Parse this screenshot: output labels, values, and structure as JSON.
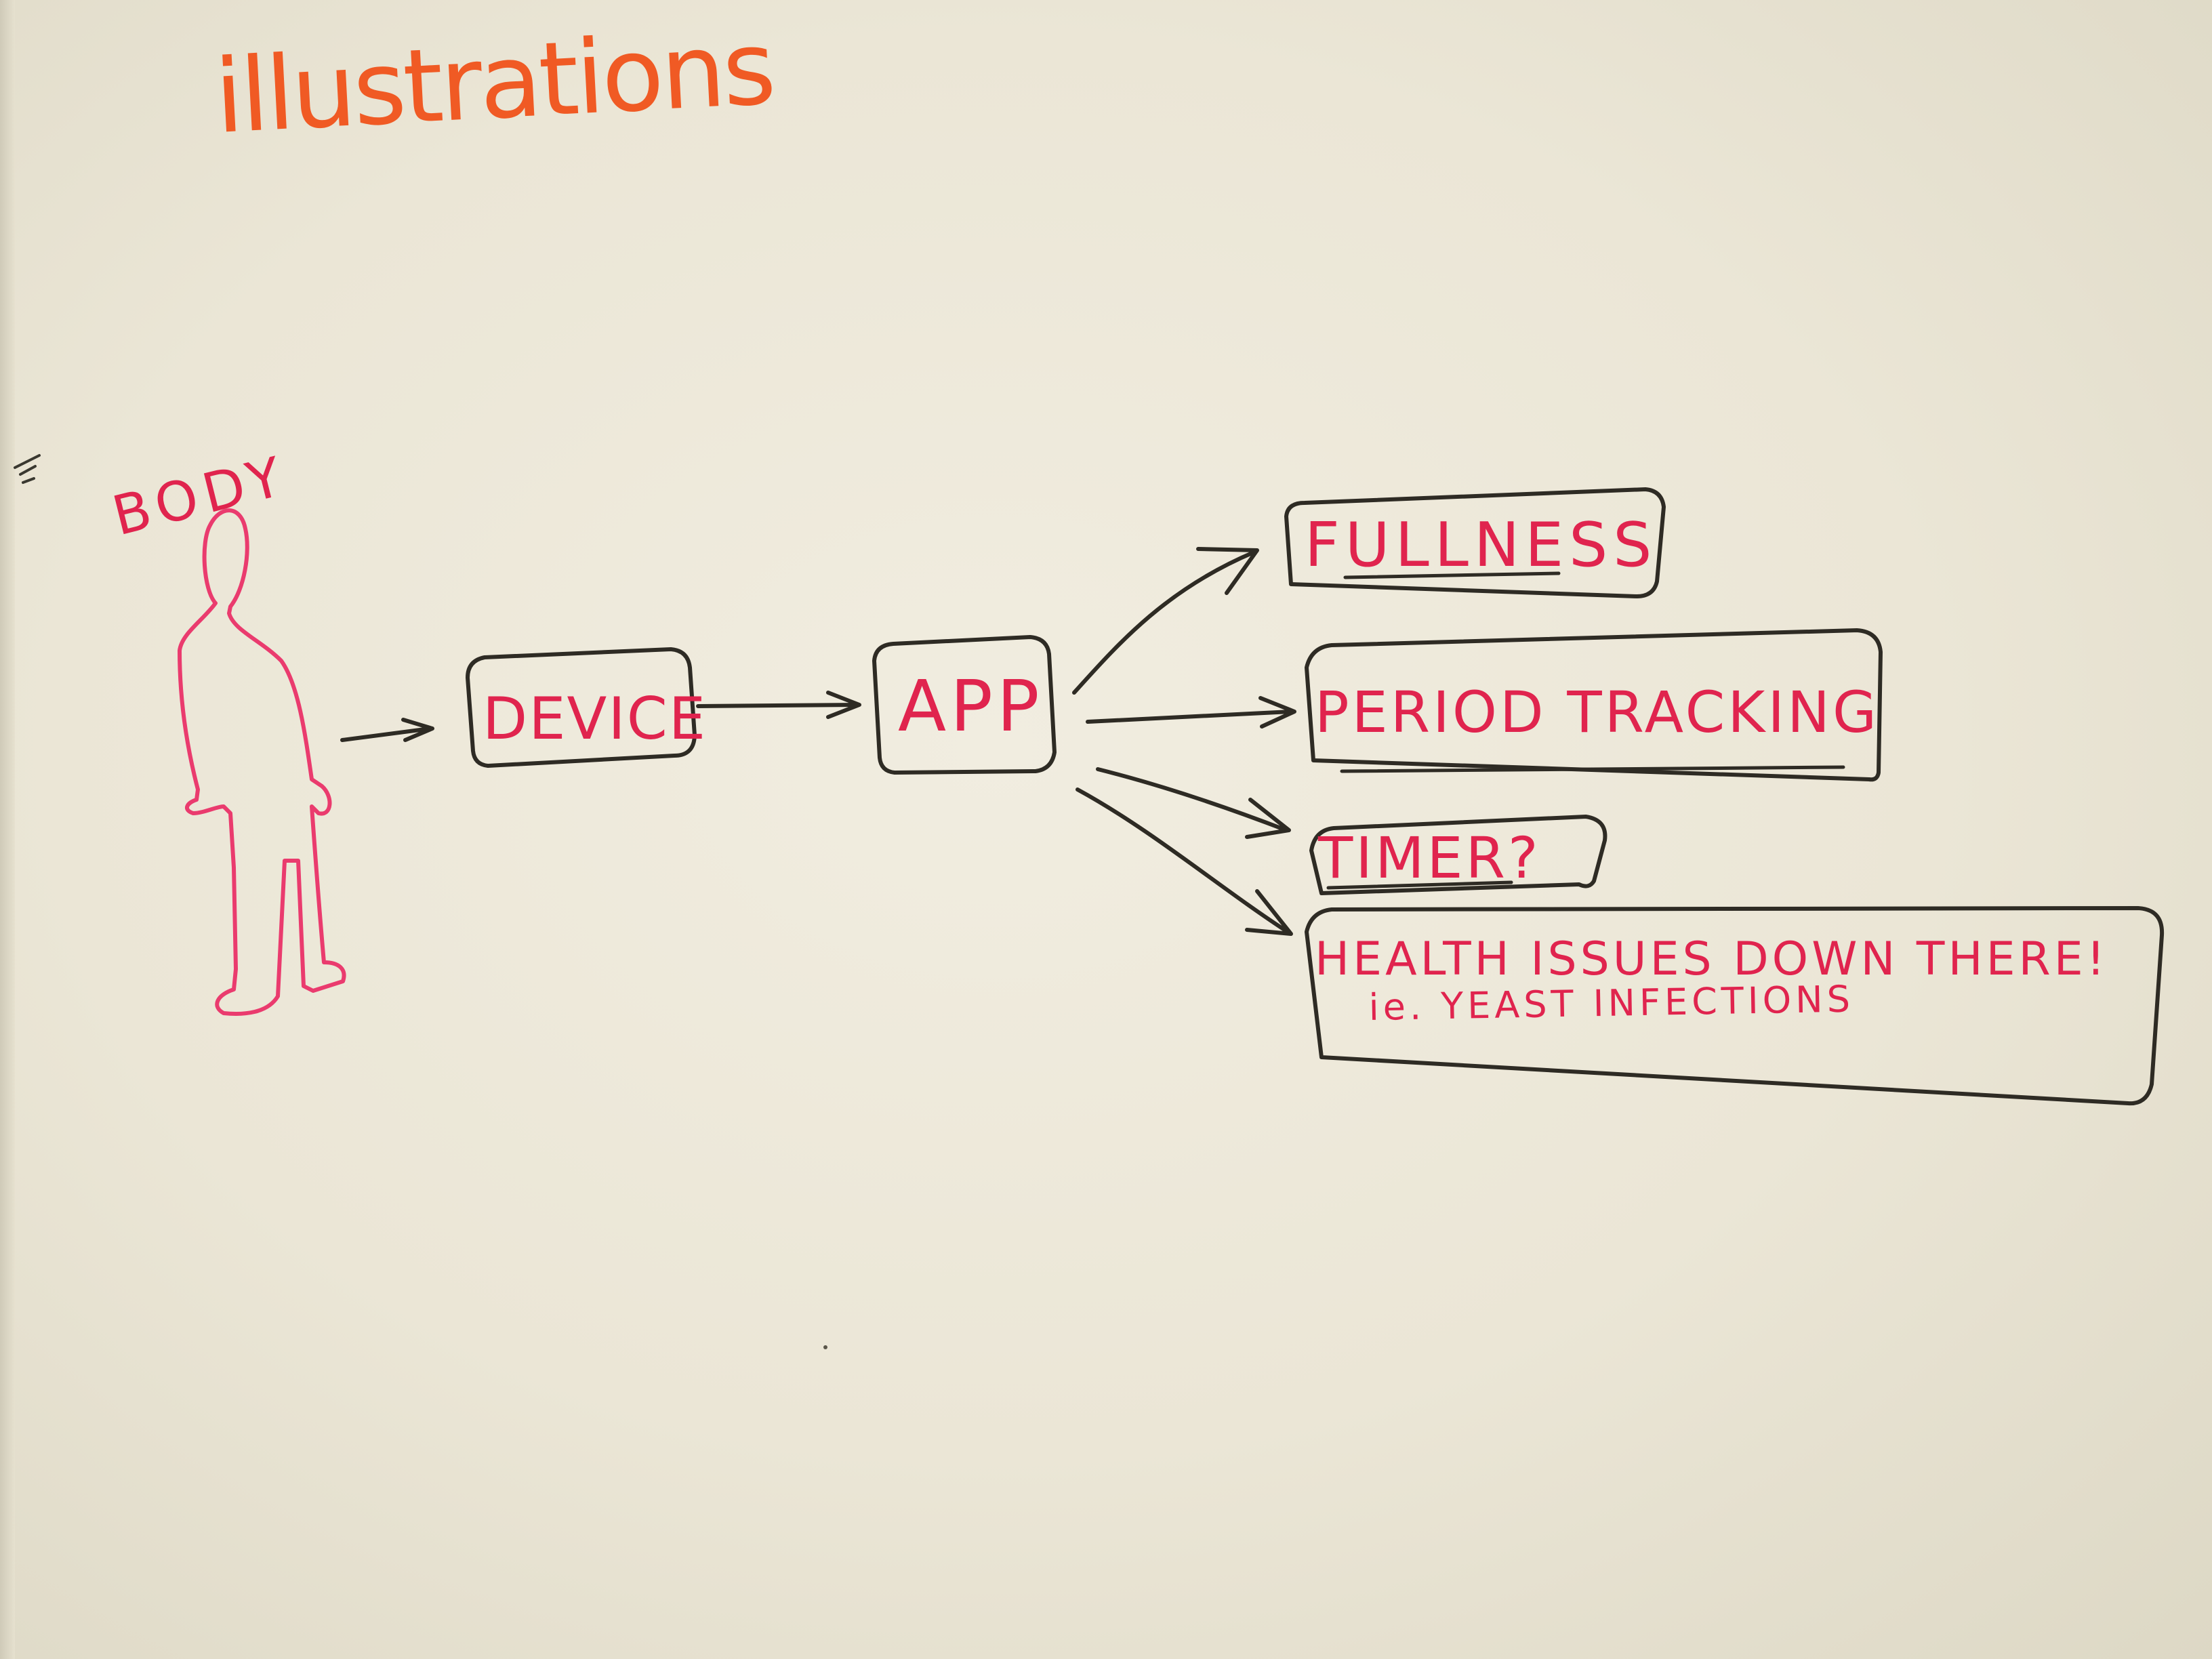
{
  "title": "illustrations",
  "body_label": "BODY",
  "device_label": "DEVICE",
  "app_label": "APP",
  "features": [
    {
      "label": "FULLNESS"
    },
    {
      "label": "PERIOD TRACKING"
    },
    {
      "label": "TIMER?"
    },
    {
      "label": "HEALTH ISSUES DOWN THERE!",
      "note": "ie. YEAST INFECTIONS"
    }
  ],
  "colors": {
    "board": "#ebe6d6",
    "title_ink": "#f05a24",
    "label_ink": "#e0244e",
    "figure_ink": "#ea3b6e",
    "box_ink": "#2e2b24"
  }
}
